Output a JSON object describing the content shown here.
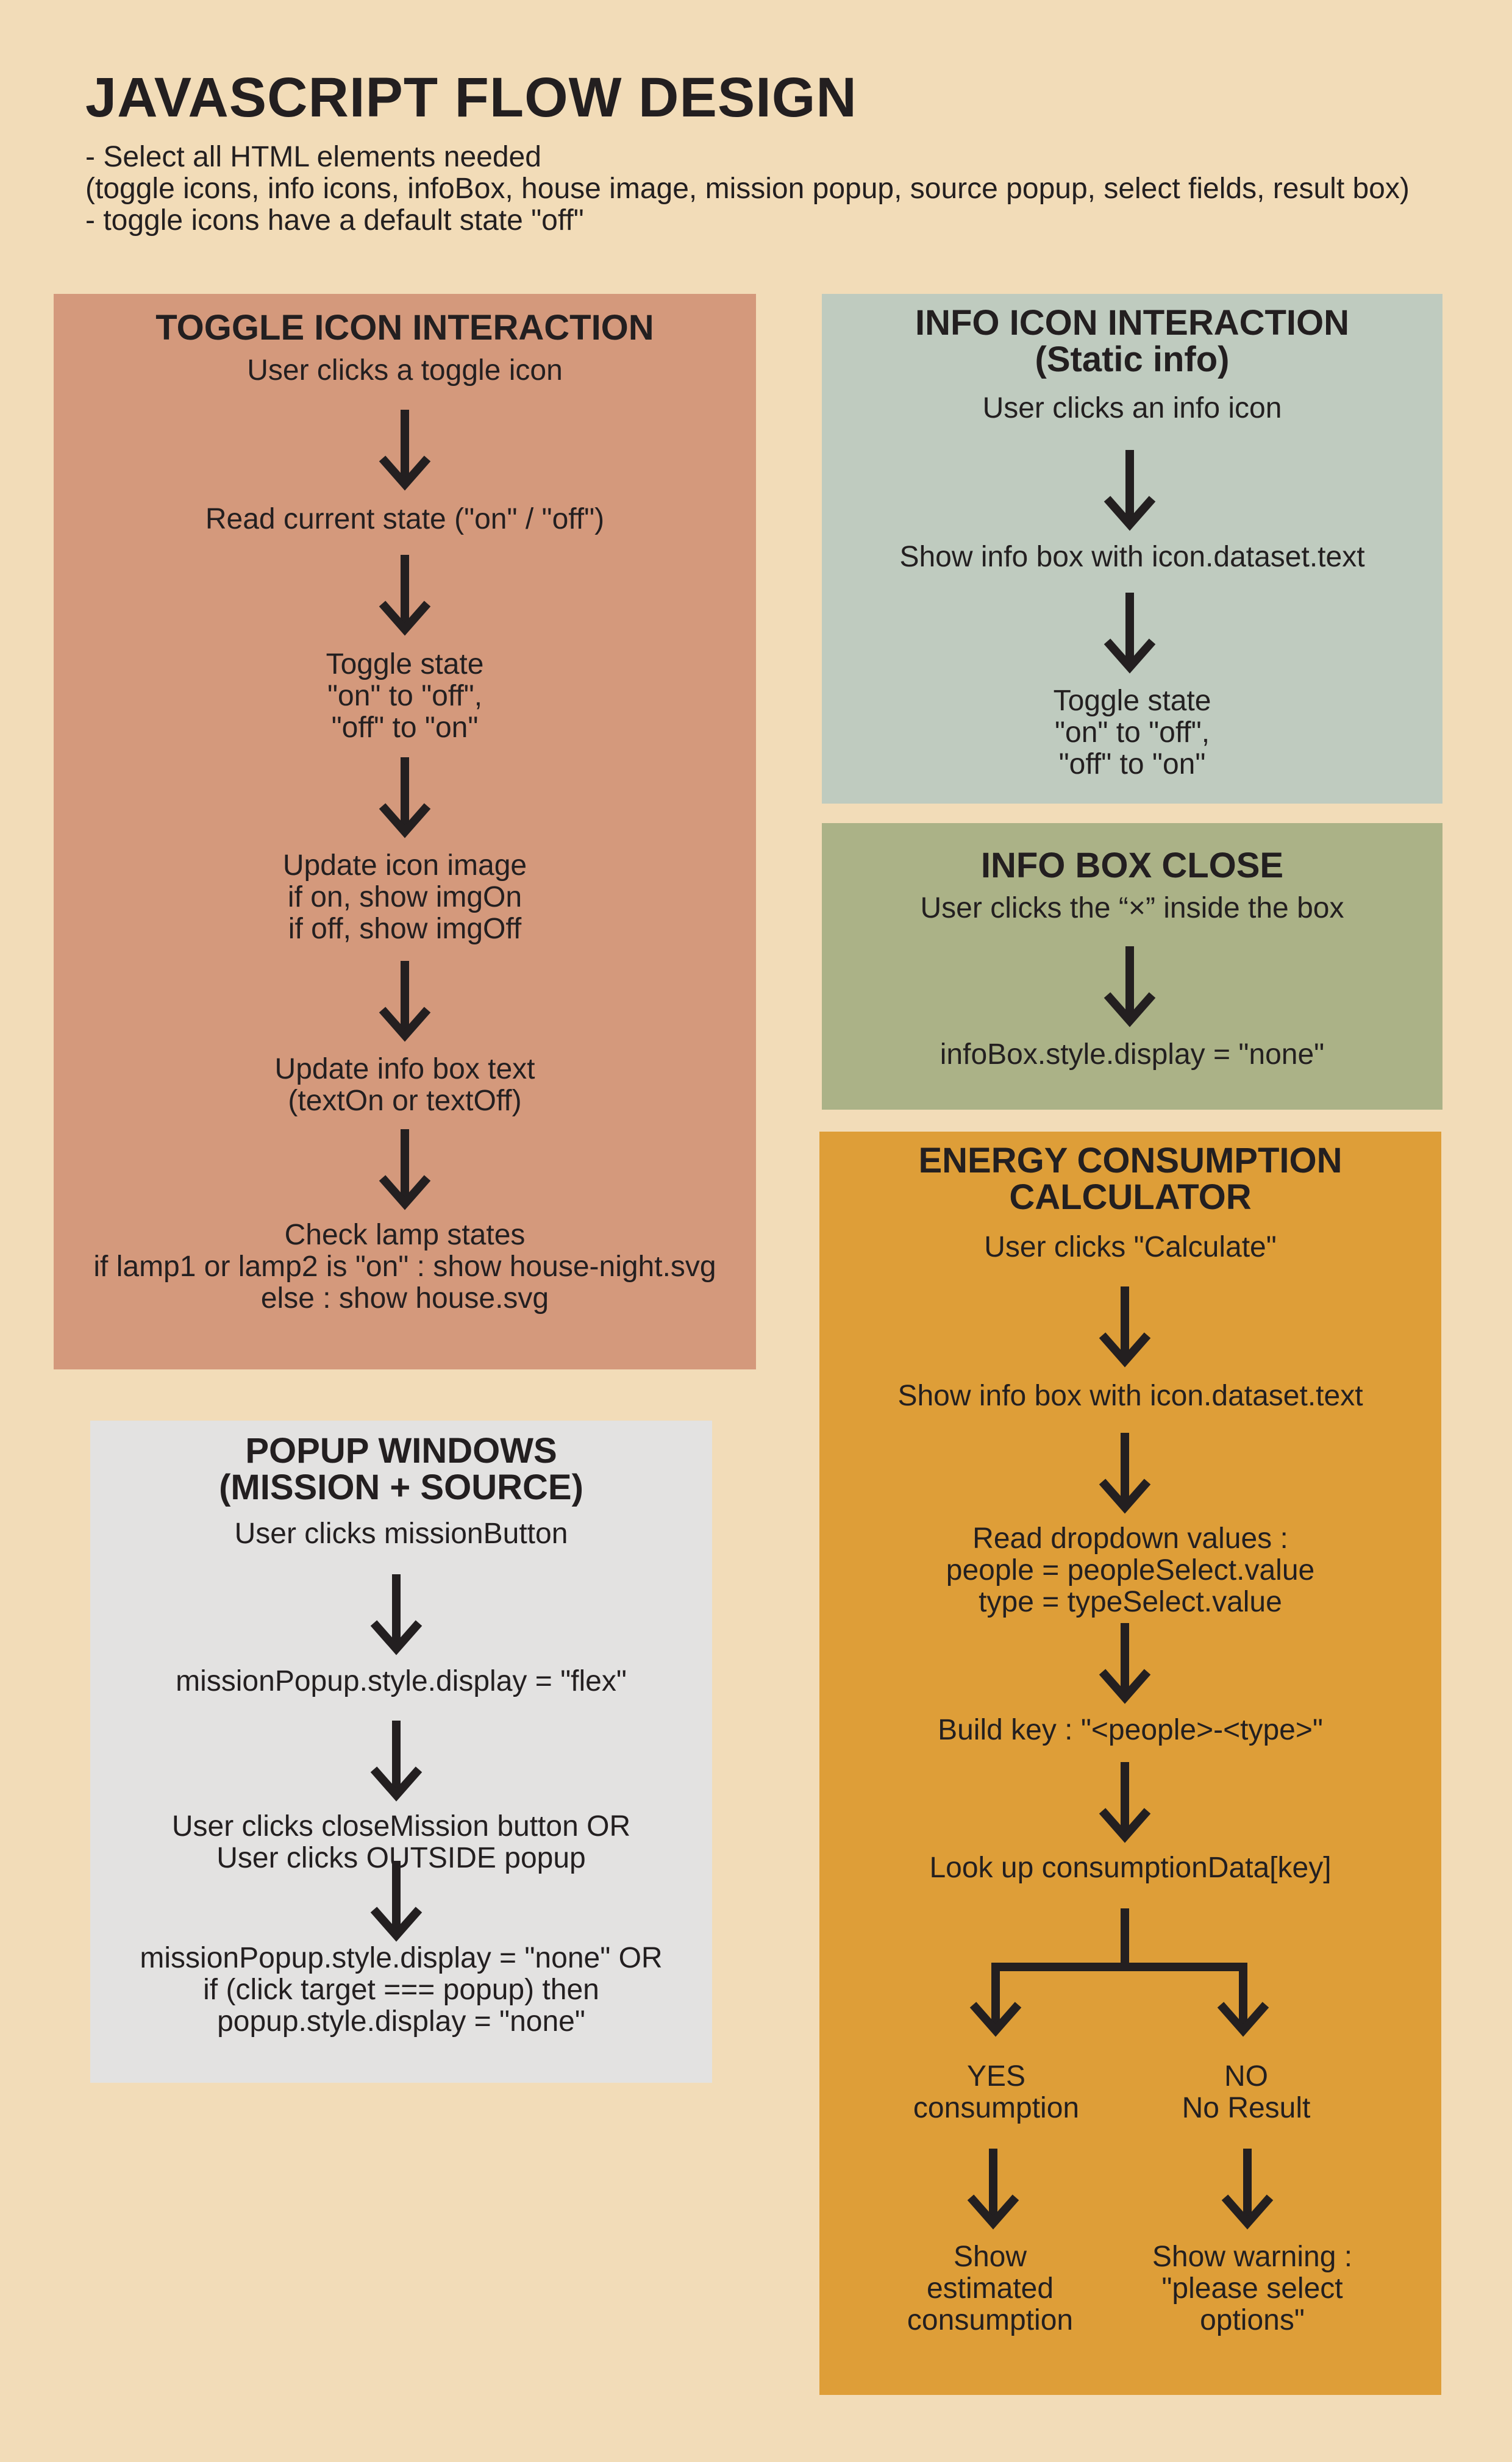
{
  "title": "JAVASCRIPT FLOW DESIGN",
  "intro": [
    "- Select all HTML elements needed",
    "(toggle icons, info icons, infoBox, house image, mission popup, source popup, select fields, result box)",
    "- toggle icons have a default state \"off\""
  ],
  "colors": {
    "background": "#f2dcb8",
    "toggle_panel": "#d4997c",
    "info_icon_panel": "#bfcbbf",
    "info_close_panel": "#abb287",
    "popup_panel": "#e3e2e1",
    "energy_panel": "#de9e38",
    "arrow": "#231f20"
  },
  "toggle": {
    "title": "TOGGLE ICON INTERACTION",
    "steps": [
      "User clicks a toggle icon",
      "Read current state (\"on\" / \"off\")",
      "Toggle state\n\"on\" to \"off\",\n\"off\"  to \"on\"",
      "Update icon image\n if on, show imgOn\nif off, show imgOff",
      "Update info box text\n(textOn or textOff)",
      "Check lamp states\nif lamp1 or lamp2 is \"on\" : show house-night.svg\nelse : show house.svg"
    ]
  },
  "info_icon": {
    "title": "INFO ICON INTERACTION\n(Static info)",
    "steps": [
      "User clicks an info icon",
      "Show info box with icon.dataset.text",
      "Toggle state\n\"on\" to \"off\",\n\"off\"  to \"on\""
    ]
  },
  "info_close": {
    "title": "INFO BOX CLOSE",
    "steps": [
      "User clicks the “×” inside the box",
      "infoBox.style.display = \"none\""
    ]
  },
  "popup": {
    "title": "POPUP WINDOWS\n(MISSION + SOURCE)",
    "steps": [
      "User clicks missionButton",
      "missionPopup.style.display = \"flex\"",
      "User clicks closeMission button OR\nUser clicks OUTSIDE popup",
      "missionPopup.style.display = \"none\" OR\nif (click target === popup) then\npopup.style.display = \"none\""
    ]
  },
  "energy": {
    "title": "ENERGY CONSUMPTION\nCALCULATOR",
    "steps": [
      "User clicks \"Calculate\"",
      "Show info box with icon.dataset.text",
      "Read dropdown values :\npeople = peopleSelect.value\ntype   = typeSelect.value",
      "Build key : \"<people>-<type>\"",
      "Look up consumptionData[key]"
    ],
    "yes_branch": [
      "YES\nconsumption",
      "Show\nestimated\nconsumption"
    ],
    "no_branch": [
      "NO\nNo Result",
      "Show warning :\n\"please select\noptions\""
    ]
  }
}
